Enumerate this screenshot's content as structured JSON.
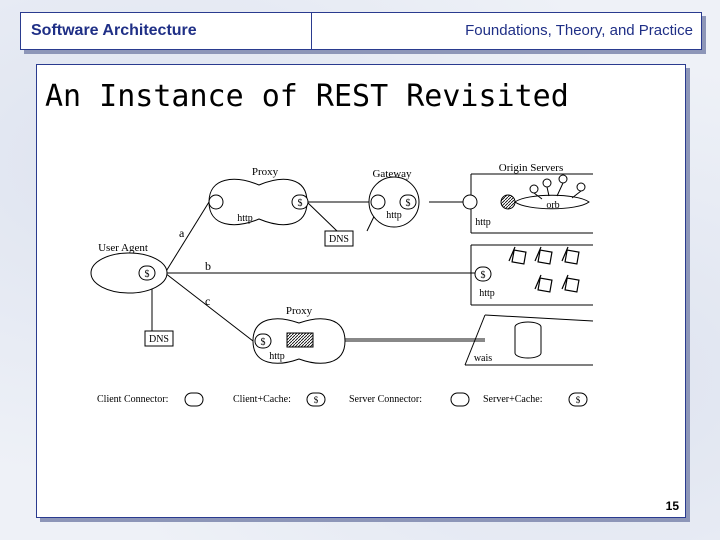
{
  "header": {
    "left_title": "Software Architecture",
    "right_title": "Foundations, Theory, and Practice"
  },
  "slide": {
    "title": "An Instance of REST Revisited",
    "page_number": "15"
  },
  "diagram": {
    "labels": {
      "proxy_top": "Proxy",
      "gateway": "Gateway",
      "origin_servers": "Origin Servers",
      "user_agent": "User Agent",
      "proxy_bottom": "Proxy",
      "http_proxy_top": "http",
      "http_gateway": "http",
      "http_origin1": "http",
      "http_origin2": "http",
      "http_proxy_bottom": "http",
      "orb": "orb",
      "wais": "wais",
      "dns_mid": "DNS",
      "dns_left": "DNS",
      "a": "a",
      "b": "b",
      "c": "c",
      "cache_symbol": "$"
    },
    "legend": {
      "client_connector": "Client Connector:",
      "client_cache": "Client+Cache:",
      "server_connector": "Server Connector:",
      "server_cache": "Server+Cache:"
    }
  }
}
